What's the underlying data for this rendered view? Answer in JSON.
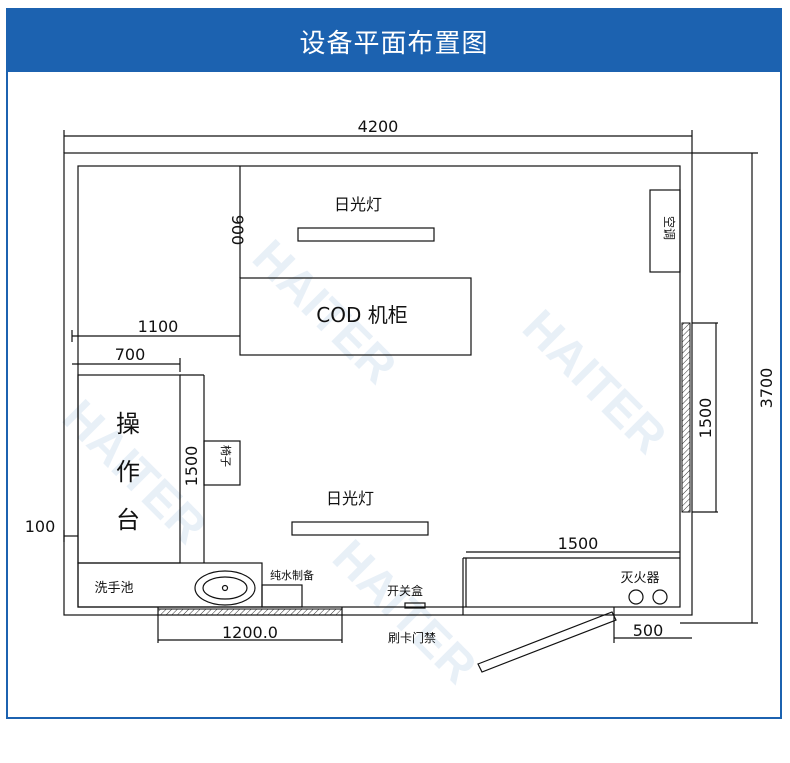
{
  "header": {
    "title": "设备平面布置图"
  },
  "dimensions": {
    "total_width": "4200",
    "total_height": "3700",
    "top_offset": "900",
    "cabinet_offset": "1100",
    "bench_width": "700",
    "bench_height": "1500",
    "wall_gap": "100",
    "right_window": "1500",
    "bottom_right": "1500",
    "door_width": "500",
    "bottom_window": "1200.0"
  },
  "labels": {
    "light_top": "日光灯",
    "light_bottom": "日光灯",
    "cabinet": "COD 机柜",
    "bench_chars": [
      "操",
      "作",
      "台"
    ],
    "chair": "椅子",
    "ac": "空调",
    "sink": "洗手池",
    "water": "纯水制备",
    "switch": "开关盒",
    "card_lock": "刷卡门禁",
    "extinguisher": "灭火器"
  },
  "watermark": "HAITER",
  "colors": {
    "header": "#1c62b0",
    "border": "#1c62b0",
    "line": "#111111"
  }
}
